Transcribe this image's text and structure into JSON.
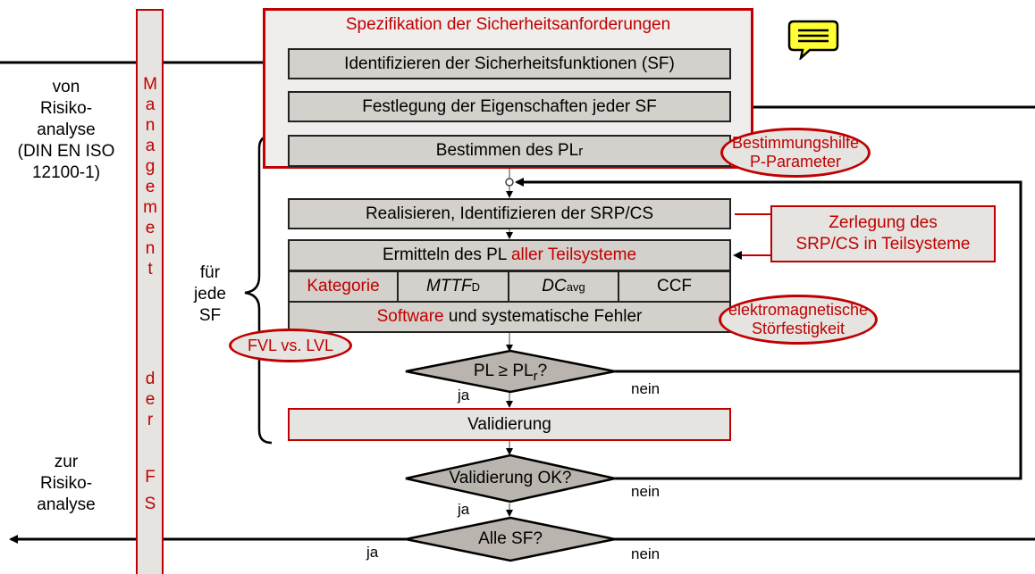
{
  "spec_title": "Spezifikation der Sicherheitsanforderungen",
  "steps": {
    "identify_sf": "Identifizieren der Sicherheitsfunktionen (SF)",
    "properties": "Festlegung der Eigenschaften jeder SF",
    "determine_plr": "Bestimmen des PL",
    "determine_plr_sub": "r",
    "realize": "Realisieren, Identifizieren der SRP/CS",
    "pl_prefix": "Ermitteln des PL ",
    "pl_suffix": "aller Teilsysteme",
    "software_red": "Software",
    "software_rest": " und systematische Fehler",
    "validation": "Validierung"
  },
  "params": {
    "kategorie": "Kategorie",
    "mttf": "MTTF",
    "mttf_sub": "D",
    "dc": "DC",
    "dc_sub": "avg",
    "ccf": "CCF"
  },
  "decisions": {
    "pl_check": "PL ≥ PL",
    "pl_check_sub": "r",
    "pl_check_q": "?",
    "validation_ok": "Validierung OK?",
    "all_sf": "Alle SF?"
  },
  "labels": {
    "ja": "ja",
    "nein": "nein"
  },
  "side_left": {
    "from_line1": "von",
    "from_line2": "Risiko-",
    "from_line3": "analyse",
    "from_line4": "(DIN EN ISO",
    "from_line5": "12100-1)",
    "to_line1": "zur",
    "to_line2": "Risiko-",
    "to_line3": "analyse",
    "fuer_line1": "für",
    "fuer_line2": "jede",
    "fuer_line3": "SF"
  },
  "management_letters": [
    "M",
    "a",
    "n",
    "a",
    "g",
    "e",
    "m",
    "e",
    "n",
    "t",
    "d",
    "e",
    "r",
    "F",
    "S"
  ],
  "annotations": {
    "bestimmung_line1": "Bestimmungshilfe",
    "bestimmung_line2": "P-Parameter",
    "zerlegung_line1": "Zerlegung des",
    "zerlegung_line2": "SRP/CS in Teilsysteme",
    "emv_line1": "elektromagnetische",
    "emv_line2": "Störfestigkeit",
    "fvl": "FVL vs. LVL"
  },
  "colors": {
    "accent_red": "#c00000",
    "box_grey": "#d4d0cb",
    "light_box": "#e6e4e1",
    "comment_yellow": "#ffff33"
  },
  "icons": {
    "comment": "speech-bubble-icon"
  }
}
